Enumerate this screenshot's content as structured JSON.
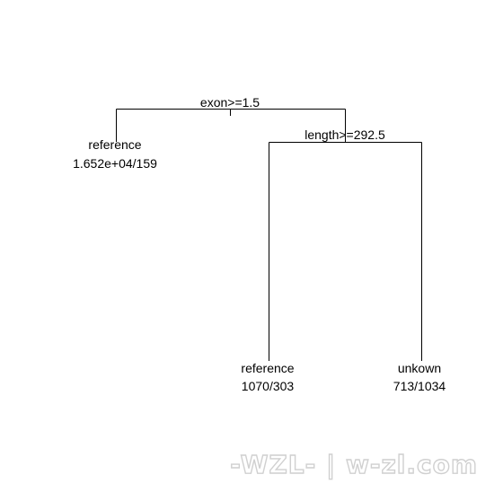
{
  "tree": {
    "root": {
      "split_label": "exon>=1.5",
      "left_leaf": {
        "class_label": "reference",
        "counts_label": "1.652e+04/159"
      },
      "right_node": {
        "split_label": "length>=292.5",
        "left_leaf": {
          "class_label": "reference",
          "counts_label": "1070/303"
        },
        "right_leaf": {
          "class_label": "unkown",
          "counts_label": "713/1034"
        }
      }
    }
  },
  "watermark": {
    "text": "-WZL- | w-zl.com"
  },
  "colors": {
    "background": "#ffffff",
    "lines": "#000000",
    "text": "#000000",
    "watermark_outline": "#d0d0d0"
  }
}
